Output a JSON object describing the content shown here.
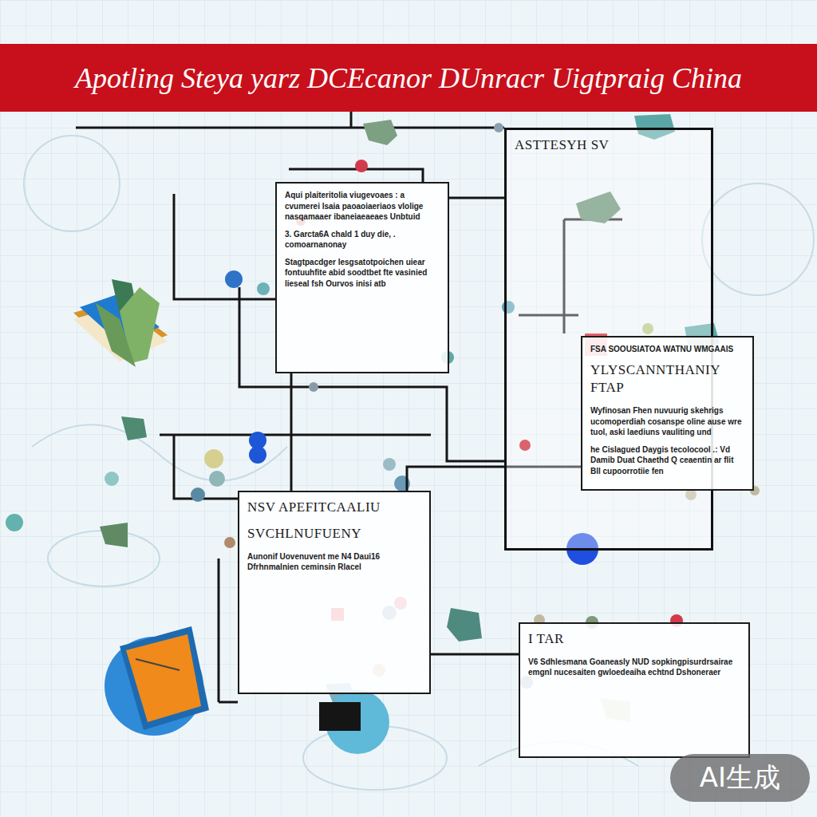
{
  "diagram": {
    "title": "Apotling Steya yarz DCEcanor DUnracr Uigtpraig China",
    "nodes": [
      {
        "text": [
          "Aqui plaiteritolia viugevoaes : a cvumerei lsaia paoaoiaeriaos vlolige nasqamaaer ibaneiaeaeaes Unbtuid",
          "3. Garcta6A chald 1 duy die, . comoarnanonay",
          "Stagtpacdger lesgsatotpoichen uiear fontuuhfite abid soodtbet fte vasinied lieseal fsh Ourvos inisi atb"
        ]
      },
      {
        "text": [
          "ASTTESYH SV"
        ]
      },
      {
        "text": [
          "FSA SOOUSIATOA WATNU WMGAAIS",
          "YLYSCANNTHANIY FTAP",
          "Wyfinosan Fhen nuvuurig skehrigs ucomoperdiah cosanspe oline ause wre tuol, aski laediuns vauliting und",
          "he Cislagued Daygis tecolocool .: Vd Damib Duat Chaethd Q ceaentin ar flit Bll cupoorrotiie fen"
        ],
        "in": 1
      },
      {
        "text": [
          "NSV APEFITCAALIU",
          "SVCHLNUFUENY",
          "Aunonif Uovenuvent me N4 Daui16 Dfrhnmalnien ceminsin Rlacel"
        ]
      },
      {
        "text": [
          "I TAR",
          "V6 Sdhlesmana Goaneasly NUD sopkingpisurdrsairae emgnl nucesaiten gwloedeaiha echtnd Dshoneraer"
        ]
      }
    ],
    "edges": [
      {
        "from": 0,
        "to": 1,
        "arrow": "none"
      },
      {
        "from": 0,
        "to": 3,
        "arrow": "none"
      },
      {
        "from": 3,
        "to": 4,
        "arrow": "none"
      },
      {
        "from": 3,
        "to": 2,
        "arrow": "none"
      }
    ],
    "labels": [
      "AI生成"
    ]
  }
}
